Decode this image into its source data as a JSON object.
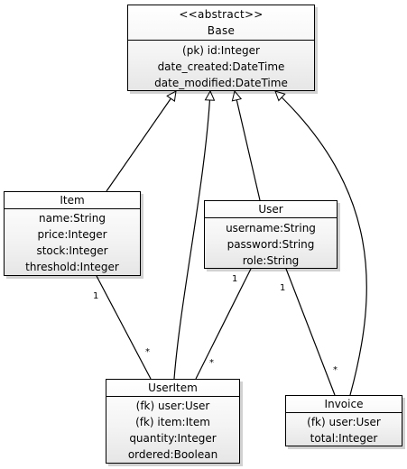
{
  "classes": {
    "base": {
      "stereotype": "<<abstract>>",
      "name": "Base",
      "attributes": [
        "(pk) id:Integer",
        "date_created:DateTime",
        "date_modified:DateTime"
      ]
    },
    "item": {
      "name": "Item",
      "attributes": [
        "name:String",
        "price:Integer",
        "stock:Integer",
        "threshold:Integer"
      ]
    },
    "user": {
      "name": "User",
      "attributes": [
        "username:String",
        "password:String",
        "role:String"
      ]
    },
    "useritem": {
      "name": "UserItem",
      "attributes": [
        "(fk) user:User",
        "(fk) item:Item",
        "quantity:Integer",
        "ordered:Boolean"
      ]
    },
    "invoice": {
      "name": "Invoice",
      "attributes": [
        "(fk) user:User",
        "total:Integer"
      ]
    }
  },
  "associations": {
    "item_useritem": {
      "source": "1",
      "target": "*"
    },
    "user_useritem": {
      "source": "1",
      "target": "*"
    },
    "user_invoice": {
      "source": "1",
      "target": "*"
    }
  }
}
